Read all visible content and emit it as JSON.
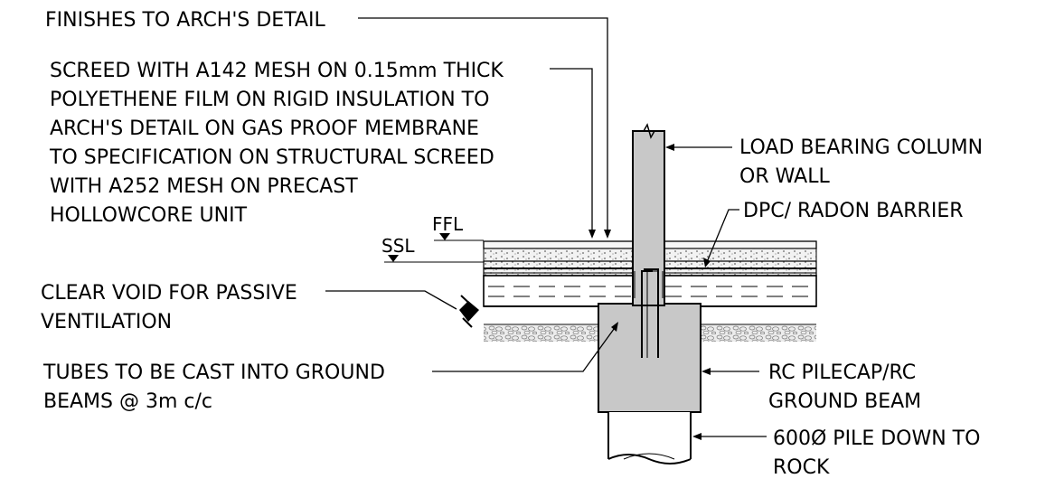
{
  "labels": {
    "finishes": "FINISHES TO ARCH'S DETAIL",
    "screed": [
      "SCREED WITH A142 MESH ON 0.15mm THICK",
      "POLYETHENE FILM ON RIGID INSULATION TO",
      "ARCH'S DETAIL ON GAS PROOF MEMBRANE",
      "TO SPECIFICATION ON STRUCTURAL SCREED",
      "WITH A252 MESH ON PRECAST",
      "HOLLOWCORE UNIT"
    ],
    "ffl": "FFL",
    "ssl": "SSL",
    "void": [
      "CLEAR VOID FOR PASSIVE",
      "VENTILATION"
    ],
    "tubes": [
      "TUBES TO BE CAST INTO GROUND",
      "BEAMS @ 3m c/c"
    ],
    "column": [
      "LOAD BEARING COLUMN",
      "OR WALL"
    ],
    "dpc": "DPC/ RADON BARRIER",
    "pilecap": [
      "RC PILECAP/RC",
      "GROUND BEAM"
    ],
    "pile": [
      "600Ø PILE DOWN TO",
      "ROCK"
    ]
  },
  "colors": {
    "concrete": "#c8c8c8",
    "gravel": "#e6e6e6",
    "line": "#000000"
  }
}
